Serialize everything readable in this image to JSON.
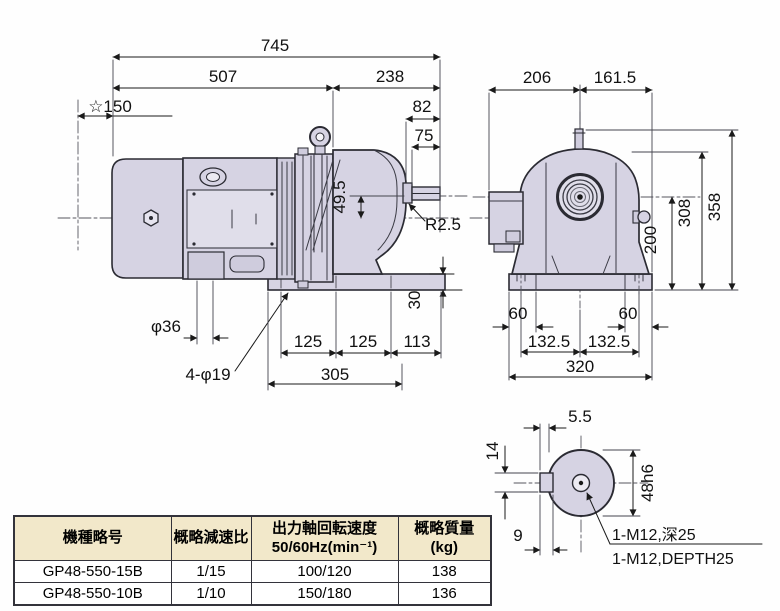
{
  "colors": {
    "body_fill": "#d6d3e3",
    "body_fill_light": "#e6e4ef",
    "outline": "#2b2b33",
    "dim_line": "#1a1a1a",
    "table_header_bg": "#f2e8ca"
  },
  "drawing": {
    "side_view": {
      "dims": {
        "overall_length": "745",
        "motor_side_length": "507",
        "gear_side_length": "238",
        "removal_clearance": "☆150",
        "shaft_end_82": "82",
        "shaft_length_75": "75",
        "axis_offset": "49.5",
        "shaft_fillet": "R2.5",
        "base_height": "30",
        "cable_entry_dia": "φ36",
        "mounting_holes": "4-φ19",
        "hole_pitch_a": "125",
        "hole_pitch_b": "125",
        "hole_to_end": "113",
        "base_length": "305"
      }
    },
    "front_view": {
      "dims": {
        "width_left": "206",
        "width_right": "161.5",
        "height_total": "358",
        "height_body": "308",
        "height_axis": "200",
        "foot_width_left": "60",
        "foot_width_right": "60",
        "foot_pitch_left": "132.5",
        "foot_pitch_right": "132.5",
        "base_width": "320"
      }
    },
    "shaft_detail": {
      "dims": {
        "key_offset": "5.5",
        "key_width": "14",
        "shaft_dia": "48h6",
        "key_height": "9"
      },
      "notes": {
        "tap_jp": "1-M12,深25",
        "tap_en": "1-M12,DEPTH25"
      }
    }
  },
  "table": {
    "headers": {
      "model": "機種略号",
      "ratio": "概略減速比",
      "speed_line1": "出力軸回転速度",
      "speed_line2": "50/60Hz(min⁻¹)",
      "mass_line1": "概略質量",
      "mass_line2": "(kg)"
    },
    "rows": [
      {
        "model": "GP48-550-15B",
        "ratio": "1/15",
        "speed": "100/120",
        "mass": "138"
      },
      {
        "model": "GP48-550-10B",
        "ratio": "1/10",
        "speed": "150/180",
        "mass": "136"
      }
    ]
  }
}
